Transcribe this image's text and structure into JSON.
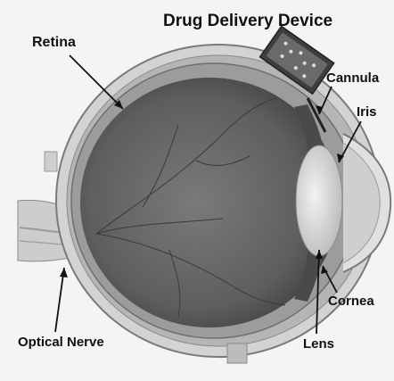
{
  "labels": {
    "device": "Drug Delivery Device",
    "retina": "Retina",
    "cannula": "Cannula",
    "iris": "Iris",
    "cornea": "Cornea",
    "lens": "Lens",
    "optic_nerve": "Optical Nerve"
  },
  "colors": {
    "background": "#f4f4f4",
    "sclera": "#cfcfcf",
    "retina_layer": "#9a9a9a",
    "vitreous": "#6a6a6a",
    "lens": "#d9d9d9",
    "device": "#444444",
    "text": "#111111"
  }
}
